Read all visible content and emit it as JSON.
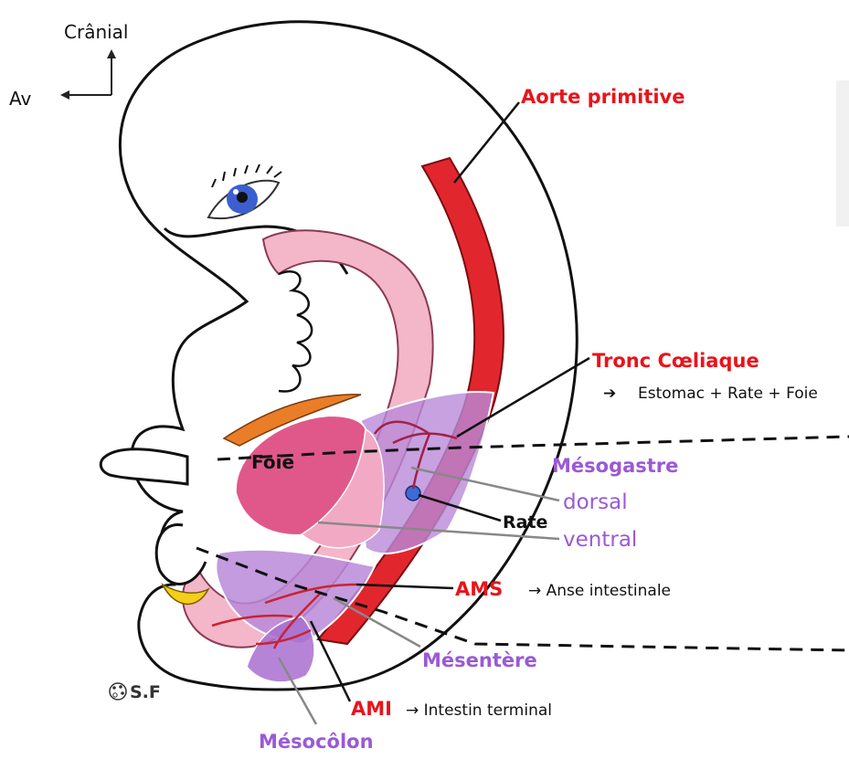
{
  "orientation": {
    "cranial": "Crânial",
    "anterior": "Av"
  },
  "labels": {
    "aorte": "Aorte primitive",
    "tronc": "Tronc Cœliaque",
    "tronc_sub_arrow": "➔",
    "tronc_sub": "Estomac + Rate + Foie",
    "foie": "Foie",
    "mesogastre": "Mésogastre",
    "dorsal": "dorsal",
    "rate": "Rate",
    "ventral": "ventral",
    "ams": "AMS",
    "ams_sub": "→ Anse intestinale",
    "mesentere": "Mésentère",
    "ami": "AMI",
    "ami_sub": "→ Intestin terminal",
    "mesocolon": "Mésocôlon",
    "signature": "S.F"
  },
  "colors": {
    "aorta": "#e2262e",
    "gut_pink": "#f4b6c9",
    "gut_dark": "#e88fb0",
    "liver": "#e0588a",
    "mesentery_purple": "#b98ad8",
    "heart_orange": "#ea7d28",
    "yolk_yellow": "#f4cf1a",
    "eye_blue": "#3c5fd0",
    "label_red": "#e8141b",
    "label_purple": "#9a59d6"
  },
  "icons": {
    "signature_mark": "palette-icon"
  }
}
